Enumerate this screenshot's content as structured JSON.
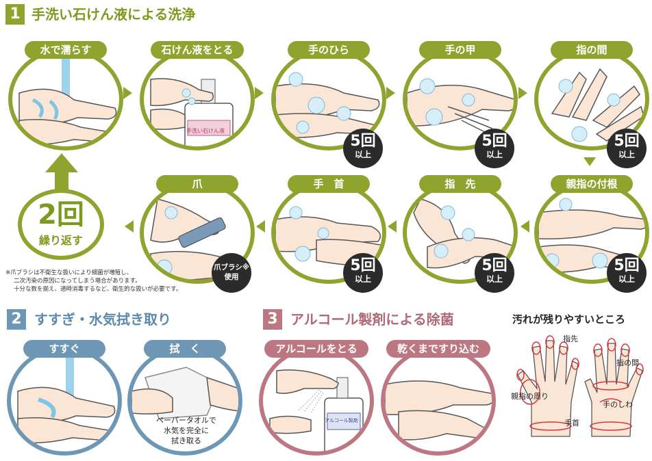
{
  "section1": {
    "number": "1",
    "title": "手洗い石けん液による洗浄"
  },
  "section2": {
    "number": "2",
    "title": "すすぎ・水気拭き取り"
  },
  "section3": {
    "number": "3",
    "title": "アルコール製剤による除菌"
  },
  "steps": [
    {
      "label": "水で濡らす"
    },
    {
      "label": "石けん液をとる",
      "bottle_label": "手洗い石けん液"
    },
    {
      "label": "手のひら",
      "count": "5回",
      "unit": "以上"
    },
    {
      "label": "手の甲",
      "count": "5回",
      "unit": "以上"
    },
    {
      "label": "指の間",
      "count": "5回",
      "unit": "以上"
    },
    {
      "label": "親指の付根",
      "count": "5回",
      "unit": "以上"
    },
    {
      "label": "指　先",
      "count": "5回",
      "unit": "以上"
    },
    {
      "label": "手　首",
      "count": "5回",
      "unit": "以上"
    },
    {
      "label": "爪",
      "brush_note_1": "爪ブラシ※",
      "brush_note_2": "使用"
    }
  ],
  "repeat": {
    "count": "2回",
    "text": "繰り返す"
  },
  "footnote": [
    "※爪ブラシは不衛生な扱いにより細菌が増殖し、",
    "二次汚染の原因になってしまう場合があります。",
    "十分な数を揃え、適時消毒するなど、衛生的な扱いが必要です。"
  ],
  "rinse": {
    "label": "すすぐ"
  },
  "wipe": {
    "label": "拭　く",
    "note_1": "ペーパータオルで",
    "note_2": "水気を完全に",
    "note_3": "拭き取る"
  },
  "alcohol_take": {
    "label": "アルコールをとる",
    "bottle_label": "アルコール製剤"
  },
  "alcohol_rub": {
    "label": "乾くまですり込む"
  },
  "dirty_spots": {
    "title": "汚れが残りやすいところ",
    "fingertips": "指先",
    "between_fingers": "指の間",
    "thumb_area": "親指の周り",
    "palm_creases": "手のしわ",
    "wrist": "手首"
  },
  "colors": {
    "green": "#8ea42e",
    "blue": "#6e97b5",
    "rose": "#bc7783",
    "badge": "#2b2b2b"
  }
}
